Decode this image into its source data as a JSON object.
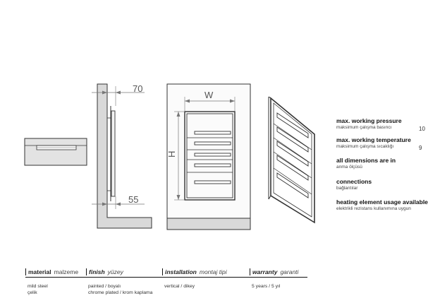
{
  "dimensions": {
    "depth_top": "70",
    "depth_bottom": "55",
    "width": "W",
    "height": "H"
  },
  "specs": [
    {
      "title": "max. working pressure",
      "subtitle": "maksimum çalışma basıncı",
      "cut_value": "10"
    },
    {
      "title": "max. working temperature",
      "subtitle": "maksimum çalışma sıcaklığı",
      "cut_value": "9"
    },
    {
      "title": "all dimensions are in",
      "subtitle": "anma ölçüsü"
    },
    {
      "title": "connections",
      "subtitle": "bağlantılar"
    },
    {
      "title": "heating element usage available",
      "subtitle": "elektrikli rezistans kullanımına uygun"
    }
  ],
  "footer": {
    "material": {
      "label": "material",
      "sub": "malzeme",
      "values": [
        "mild steel",
        "çelik"
      ]
    },
    "finish": {
      "label": "finish",
      "sub": "yüzey",
      "values": [
        "painted / boyalı",
        "chrome plated / krom kaplama"
      ]
    },
    "installation": {
      "label": "installation",
      "sub": "montaj tipi",
      "values": [
        "vertical / dikey"
      ]
    },
    "warranty": {
      "label": "warranty",
      "sub": "garanti",
      "values": [
        "5 years / 5 yıl"
      ]
    }
  }
}
